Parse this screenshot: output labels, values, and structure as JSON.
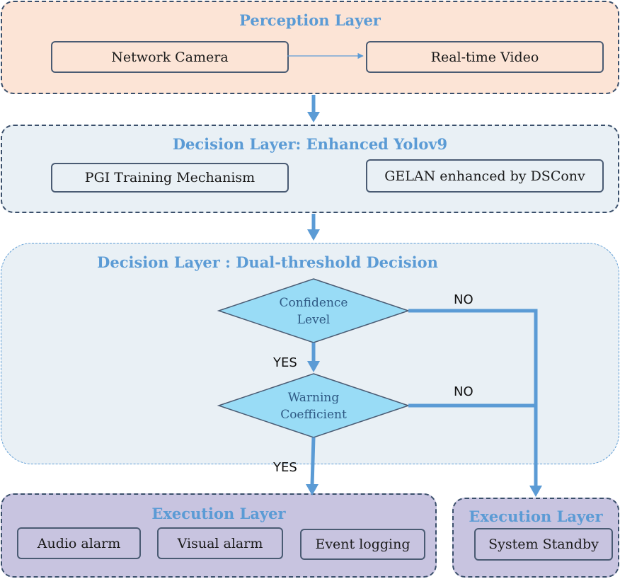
{
  "perception": {
    "title": "Perception Layer",
    "camera": "Network Camera",
    "video": "Real-time Video"
  },
  "decision_yolo": {
    "title": "Decision Layer: Enhanced Yolov9",
    "pgi": "PGI Training Mechanism",
    "gelan": "GELAN enhanced by DSConv"
  },
  "decision_threshold": {
    "title": "Decision Layer : Dual-threshold Decision",
    "confidence_line1": "Confidence",
    "confidence_line2": "Level",
    "warning_line1": "Warning",
    "warning_line2": "Coefficient",
    "yes1": "YES",
    "no1": "NO",
    "no2": "NO",
    "yes2": "YES"
  },
  "execution_left": {
    "title": "Execution Layer",
    "audio": "Audio alarm",
    "visual": "Visual alarm",
    "logging": "Event logging"
  },
  "execution_right": {
    "title": "Execution Layer",
    "standby": "System Standby"
  },
  "colors": {
    "perception_fill": "#fce4d6",
    "decision_fill": "#e9f0f5",
    "execution_fill": "#c8c4e0",
    "diamond_fill": "#99dcf6",
    "arrow": "#5b9bd5",
    "title_text": "#5b9bd5"
  }
}
